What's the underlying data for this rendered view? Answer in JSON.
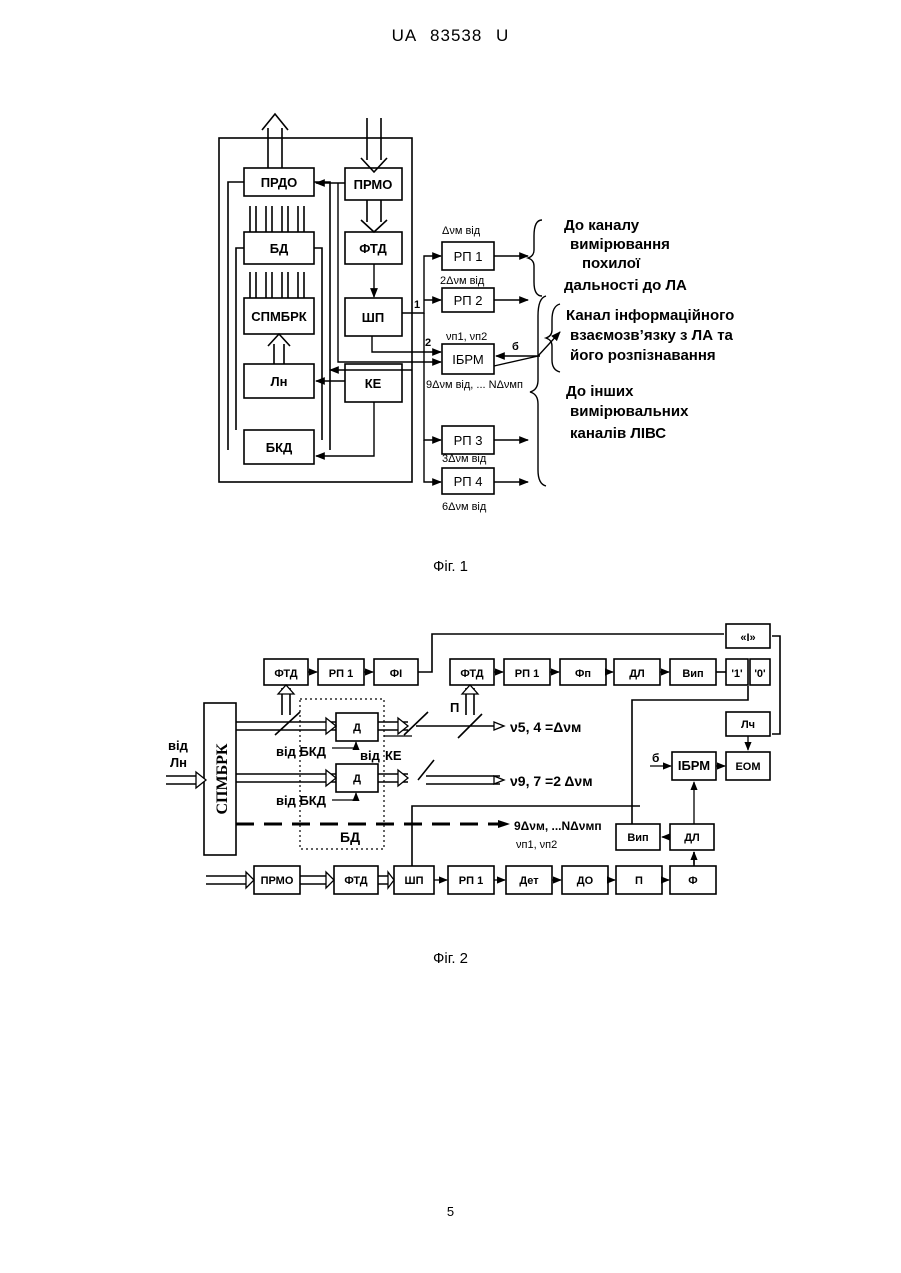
{
  "header": "UA   83538   U",
  "page_number": "5",
  "fig1": {
    "caption": "Фіг. 1",
    "blocks": {
      "prdo": "ПРДО",
      "prmo": "ПРМО",
      "bd": "БД",
      "ftd": "ФТД",
      "spmbrk": "СПМБРК",
      "shp": "ШП",
      "ln": "Лн",
      "ke": "КЕ",
      "bkd": "БКД",
      "rp1": "РП 1",
      "rp2": "РП 2",
      "ibrm": "ІБРМ",
      "rp3": "РП 3",
      "rp4": "РП 4"
    },
    "labels": {
      "f_rp1": "Δνм від",
      "f_rp2": "2Δνм від",
      "nu": "νп1, νп2",
      "n1": "1",
      "n2": "2",
      "b": "б",
      "range": "9Δνм від, ... NΔνмп",
      "f_rp3": "3Δνм від",
      "f_rp4": "6Δνм від"
    },
    "notes": {
      "a1": "До каналу",
      "a2": "вимірювання",
      "a3": "похилої",
      "a4": "дальності до ЛА",
      "b1": "Канал інформаційного",
      "b2": "взаємозв’язку з ЛА та",
      "b3": "його розпізнавання",
      "c1": "До інших",
      "c2": "вимірювальних",
      "c3": "каналів ЛІВС"
    }
  },
  "fig2": {
    "caption": "Фіг. 2",
    "blocks": {
      "ftd_a": "ФТД",
      "rp1_a": "РП 1",
      "fi": "ФІ",
      "ftd_b": "ФТД",
      "rp1_b": "РП 1",
      "fp": "Фп",
      "dl_a": "ДЛ",
      "vyp_a": "Вип",
      "one": "'1'",
      "zero": "'0'",
      "i_gate": "«І»",
      "spmbrk": "СПМБРК",
      "d1": "Д",
      "d2": "Д",
      "lch": "Лч",
      "ibrm": "ІБРМ",
      "eom": "ЕОМ",
      "vyp_b": "Вип",
      "dl_b": "ДЛ",
      "prmo": "ПРМО",
      "ftd_c": "ФТД",
      "shp": "ШП",
      "rp1_c": "РП 1",
      "det": "Дет",
      "do": "ДО",
      "p": "П",
      "f": "Ф"
    },
    "labels": {
      "vid": "від",
      "ln": "Лн",
      "vid_bkd1": "від БКД",
      "vid_bkd2": "від БКД",
      "vid_ke_vid": "від",
      "vid_ke": "КЕ",
      "p": "П",
      "nu54": "ν5, 4 =Δνм",
      "nu97": "ν9, 7 =2 Δνм",
      "bd": "БД",
      "range": "9Δνм, ...NΔνмп",
      "nu": "νп1, νп2",
      "b": "б"
    }
  }
}
